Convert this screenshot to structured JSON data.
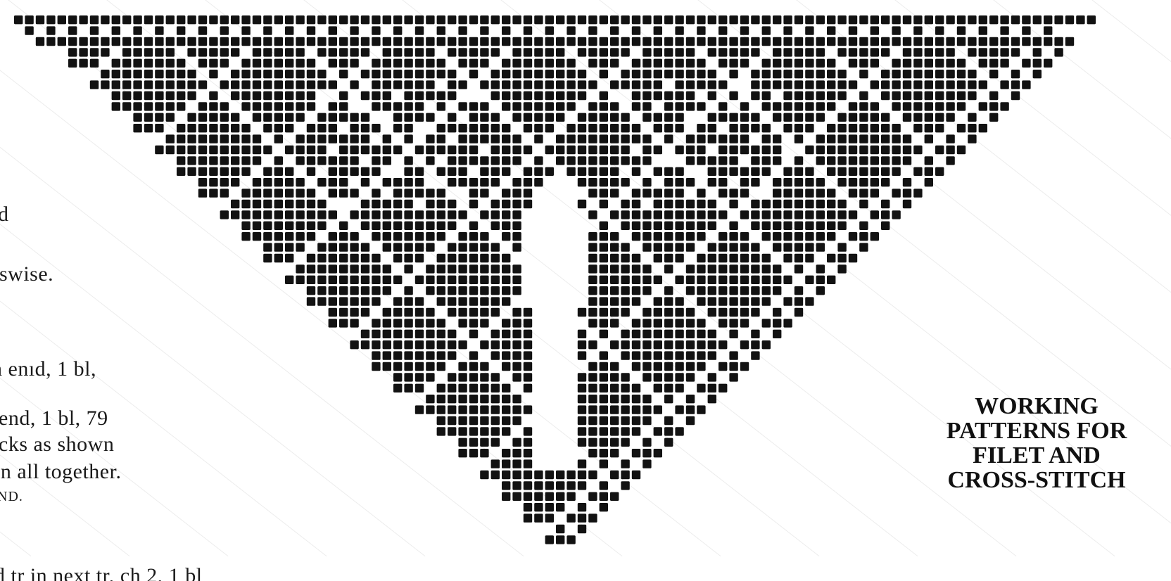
{
  "body_text": {
    "line_1": "d",
    "line_2": "swise.",
    "line_3": "n enıd, 1 bl,",
    "line_4": "end, 1 bl, 79",
    "line_5": "cks as shown",
    "line_6": "in all together.",
    "line_7": "ND.",
    "line_8": "d tr in next tr, ch 2, 1 bl"
  },
  "caption": {
    "line_1": "WORKING",
    "line_2": "PATTERNS FOR",
    "line_3": "FILET AND",
    "line_4": "CROSS-STITCH"
  },
  "colors": {
    "ink": "#121212",
    "paper": "#ffffff",
    "watermark_lines": "#ececec"
  }
}
